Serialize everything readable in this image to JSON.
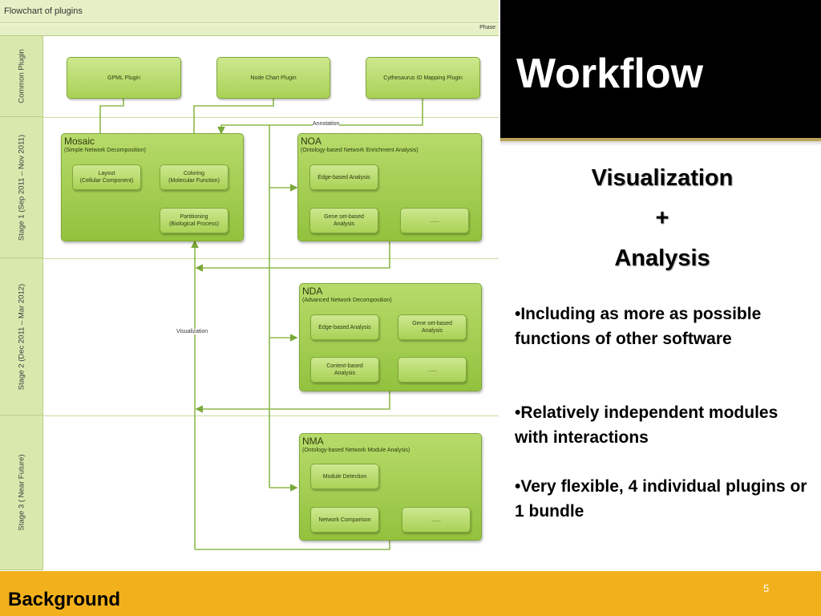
{
  "flowchart": {
    "title": "Flowchart of plugins",
    "phase_label": "Phase",
    "stages": [
      {
        "label": "Common Plugin"
      },
      {
        "label": "Stage 1 (Sep 2011 – Nov 2011)"
      },
      {
        "label": "Stage 2 (Dec 2011 – Mar 2012)"
      },
      {
        "label": "Stage 3 ( Near Future)"
      }
    ],
    "common_plugins": [
      "GPML Plugin",
      "Node Chart Plugin",
      "Cythesaurus ID Mapping Plugin"
    ],
    "annotation_label": "Annotation",
    "visualization_label": "Visualization",
    "mosaic": {
      "title": "Mosaic",
      "subtitle": "(Simple Network Decomposition)",
      "layout": "Layout\n(Cellular Component)",
      "coloring": "Coloring\n(Molecular Function)",
      "partitioning": "Partitioning\n(Biological Process)"
    },
    "noa": {
      "title": "NOA",
      "subtitle": "(Ontology-based Network Enrichment Analysis)",
      "edge": "Edge-based Analysis",
      "geneset": "Gene set-based\nAnalysis",
      "more": "......"
    },
    "nda": {
      "title": "NDA",
      "subtitle": "(Advanced Network Decomposition)",
      "edge": "Edge-based Analysis",
      "geneset": "Gene set-based\nAnalysis",
      "context": "Context-based\nAnalysis",
      "more": "......"
    },
    "nma": {
      "title": "NMA",
      "subtitle": "(Ontology-based Network Module Analysis)",
      "module": "Module Detection",
      "comparison": "Network Comparison",
      "more": "......"
    }
  },
  "slide": {
    "title": "Workflow",
    "heading": {
      "line1": "Visualization",
      "line2": "+",
      "line3": "Analysis"
    },
    "bullets": [
      "•Including as more as possible functions of  other software",
      "•Relatively independent modules with interactions",
      "•Very flexible, 4 individual plugins or 1 bundle"
    ],
    "slide_number": "5",
    "section": "Background"
  },
  "colors": {
    "title_band": "#000000",
    "footer": "#f2b11c",
    "box_green": "#9cc84a",
    "panel_tint": "#e6f0c6"
  }
}
